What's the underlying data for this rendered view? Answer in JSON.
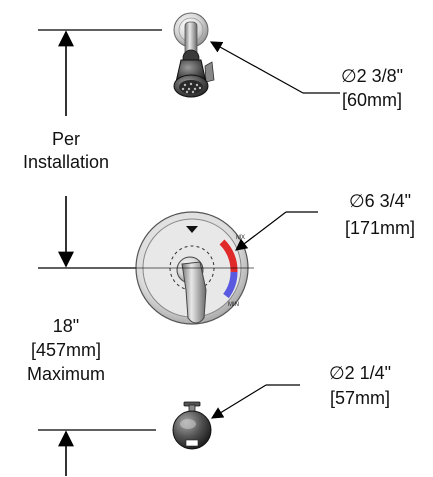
{
  "dimensions": {
    "height_label_line1": "Per",
    "height_label_line2": "Installation",
    "spout_label_line1": "18\"",
    "spout_label_line2": "[457mm]",
    "spout_label_line3": "Maximum"
  },
  "callouts": {
    "shower_head": {
      "imperial": "∅2 3/8\"",
      "metric": "[60mm]"
    },
    "valve_escutcheon": {
      "imperial": "∅6 3/4\"",
      "metric": "[171mm]"
    },
    "tub_spout": {
      "imperial": "∅2 1/4\"",
      "metric": "[57mm]"
    }
  },
  "components": {
    "shower_head_icon": "shower-head-icon",
    "valve_icon": "shower-valve-icon",
    "tub_spout_icon": "tub-spout-icon"
  },
  "colors": {
    "hot": "#e02a2a",
    "cold": "#5a5ae0"
  }
}
